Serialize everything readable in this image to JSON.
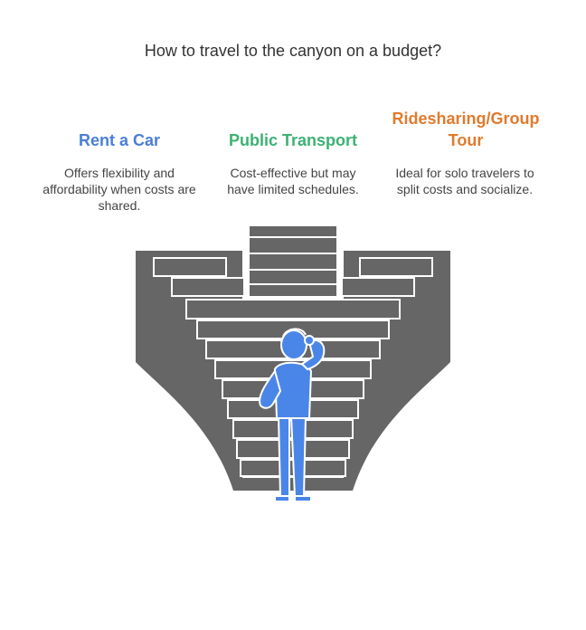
{
  "title": "How to travel to the canyon on a budget?",
  "options": [
    {
      "title": "Rent a Car",
      "description": "Offers flexibility and affordability when costs are shared.",
      "color": "#4a7fd6"
    },
    {
      "title": "Public Transport",
      "description": "Cost-effective but may have limited schedules.",
      "color": "#3bb273"
    },
    {
      "title": "Ridesharing/Group Tour",
      "description": "Ideal for solo travelers to split costs and socialize.",
      "color": "#e07b2e"
    }
  ],
  "illustration": {
    "stairs_color": "#666666",
    "person_color": "#4a86e8",
    "icon": "thinking-person-icon"
  }
}
